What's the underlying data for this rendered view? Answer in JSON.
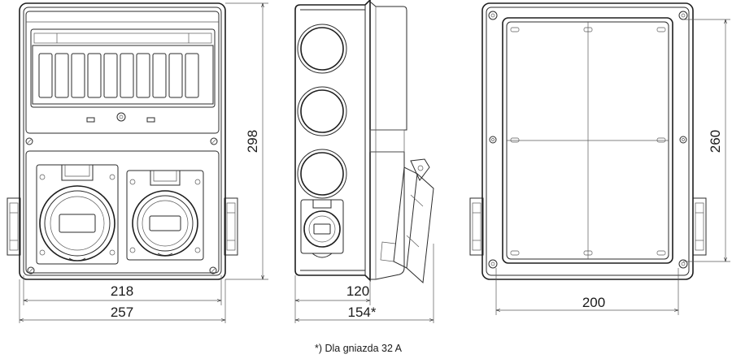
{
  "dimensions": {
    "front_inner_width": "218",
    "front_outer_width": "257",
    "front_height": "298",
    "side_depth": "120",
    "side_depth_total": "154*",
    "back_width": "200",
    "back_height": "260"
  },
  "footnote": "*) Dla gniazda 32 A"
}
